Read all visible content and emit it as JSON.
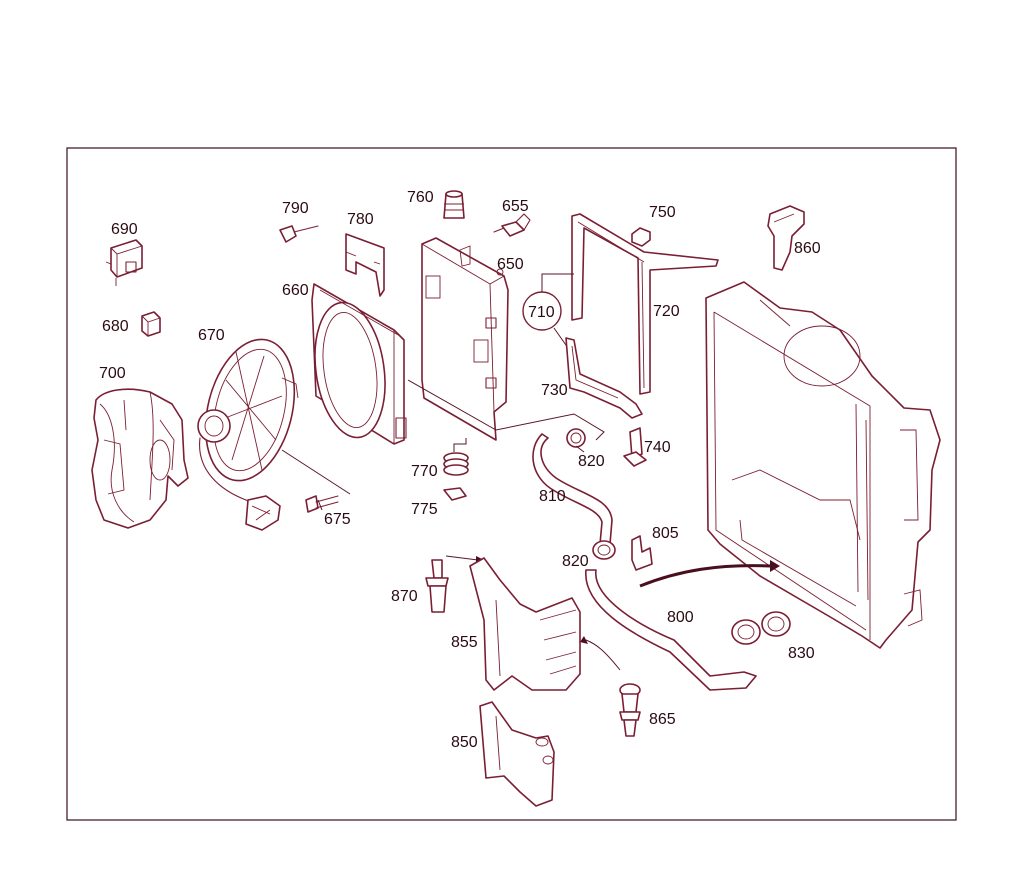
{
  "labels": {
    "p690": "690",
    "p680": "680",
    "p700": "700",
    "p670": "670",
    "p660": "660",
    "p790": "790",
    "p780": "780",
    "p760": "760",
    "p655": "655",
    "p650": "650",
    "p750": "750",
    "p710": "710",
    "p720": "720",
    "p730": "730",
    "p860": "860",
    "p675": "675",
    "p770": "770",
    "p775": "775",
    "p820a": "820",
    "p740": "740",
    "p810": "810",
    "p805": "805",
    "p820b": "820",
    "p870": "870",
    "p855": "855",
    "p800": "800",
    "p830": "830",
    "p865": "865",
    "p850": "850"
  },
  "colors": {
    "line": "#7a1f33",
    "frame": "#3a0d1a",
    "text": "#2b0a12"
  }
}
